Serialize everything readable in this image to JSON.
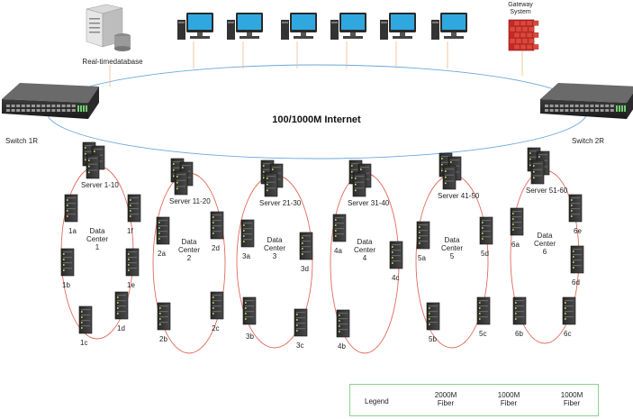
{
  "diagram": {
    "title": "100/1000M Internet",
    "database_label": "Real-timedatabase",
    "gateway_label": "Gateway\nSystem",
    "switch_left_label": "Switch 1R",
    "switch_right_label": "Switch 2R",
    "workstation_count": 6,
    "colors": {
      "fiber_2000": "#6aa8dc",
      "fiber_1000": "#e06a5c",
      "fiber_1000_light": "#f0b98a",
      "legend_border": "#8fd08f"
    },
    "data_centers": [
      {
        "group_label": "Server 1-10",
        "center_label": "Data\nCenter\n1",
        "nodes": [
          "1a",
          "1b",
          "1c",
          "1d",
          "1e",
          "1f"
        ]
      },
      {
        "group_label": "Server 11-20",
        "center_label": "Data\nCenter\n2",
        "nodes": [
          "2a",
          "2b",
          "2c",
          "2d"
        ]
      },
      {
        "group_label": "Server 21-30",
        "center_label": "Data\nCenter\n3",
        "nodes": [
          "3a",
          "3b",
          "3c",
          "3d"
        ]
      },
      {
        "group_label": "Server 31-40",
        "center_label": "Data\nCenter\n4",
        "nodes": [
          "4a",
          "4b",
          "4c"
        ]
      },
      {
        "group_label": "Server 41-50",
        "center_label": "Data\nCenter\n5",
        "nodes": [
          "5a",
          "5b",
          "5c",
          "5d"
        ]
      },
      {
        "group_label": "Server 51-60",
        "center_label": "Data\nCenter\n6",
        "nodes": [
          "6a",
          "6b",
          "6c",
          "6d",
          "6e"
        ]
      }
    ]
  },
  "legend": {
    "title": "Legend",
    "items": [
      {
        "label": "2000M\nFiber",
        "color": "#6aa8dc"
      },
      {
        "label": "1000M\nFiber",
        "color": "#e06a5c"
      },
      {
        "label": "1000M\nFiber",
        "color": "#f0b98a"
      }
    ]
  }
}
